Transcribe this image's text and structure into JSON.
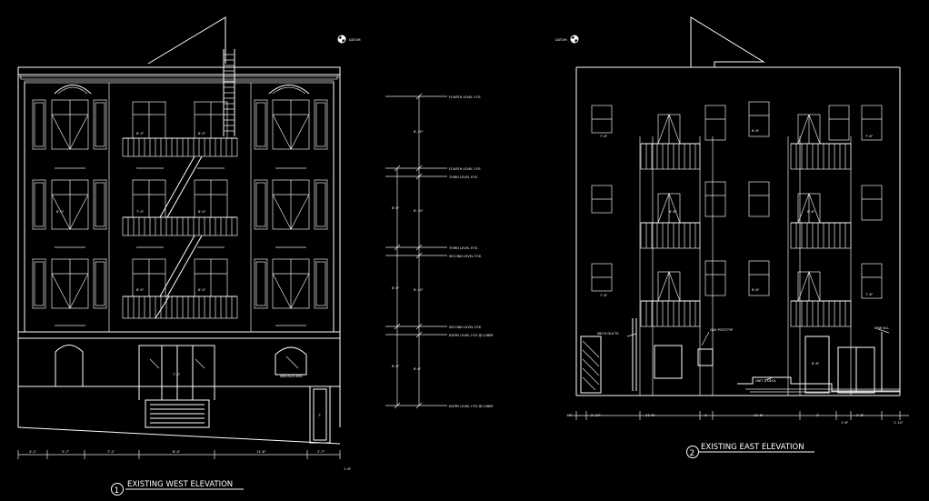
{
  "datum_labels": {
    "west": "DATUM",
    "east": "DATUM"
  },
  "levels": [
    {
      "label": "FOURTH LEVEL F.F.E."
    },
    {
      "label": "FOURTH LEVEL F.F.E."
    },
    {
      "label": "THIRD LEVEL F.F.E."
    },
    {
      "label": "THIRD LEVEL F.F.E."
    },
    {
      "label": "SECOND LEVEL F.F.E."
    },
    {
      "label": "SECOND LEVEL F.F.E."
    },
    {
      "label": "ENTRY LEVEL F.F.E.@ LOBBY"
    },
    {
      "label": "ENTRY LEVEL F.F.E.@ LOBBY"
    }
  ],
  "level_dims": {
    "outer": [
      "8'-6\"",
      "8'-6\"",
      "8'-6\""
    ],
    "inner": [
      "8'-10\"",
      "8'-10\"",
      "8'-10\"",
      "8'-6\""
    ]
  },
  "west": {
    "window_dims": [
      "8'-0\"",
      "8'-0\"",
      "8'-0\"",
      "7'-0\"",
      "8'-0\"",
      "8'-0\"",
      "8'-0\""
    ],
    "notes": {
      "win_blocked": "WIN BLOCKED",
      "door_dim": "7'-0\"",
      "side_door_dim": "7'"
    },
    "bottom_dims": [
      "4'-1\"",
      "3'-7\"",
      "7'-1\"",
      "8'-4\"",
      "11'-6\"",
      "2'-7\"",
      "1'-6\""
    ],
    "title_number": "1",
    "title": "EXISTING WEST ELEVATION"
  },
  "east": {
    "window_dims": [
      "7'-6\"",
      "6'-6\"",
      "6'-6\"",
      "7'-6\"",
      "6'-6\"",
      "7'-6\"",
      "6'-6\"",
      "7'-6\""
    ],
    "notes": {
      "mech_ducts": "MECH DUCTS",
      "gas_post": "GAS POST/TYP",
      "unit_a_deck": "UNIT A DECK",
      "new_wl": "NEW W.L.",
      "door_dim": "6'-8\""
    },
    "bottom_dims": [
      "10\"",
      "2'-10\"",
      "11'-6\"",
      "3'",
      "11'-6\"",
      "3'",
      "2'-6\"",
      "1'-6\"",
      "1'-10\""
    ],
    "title_number": "2",
    "title": "EXISTING EAST ELEVATION"
  }
}
